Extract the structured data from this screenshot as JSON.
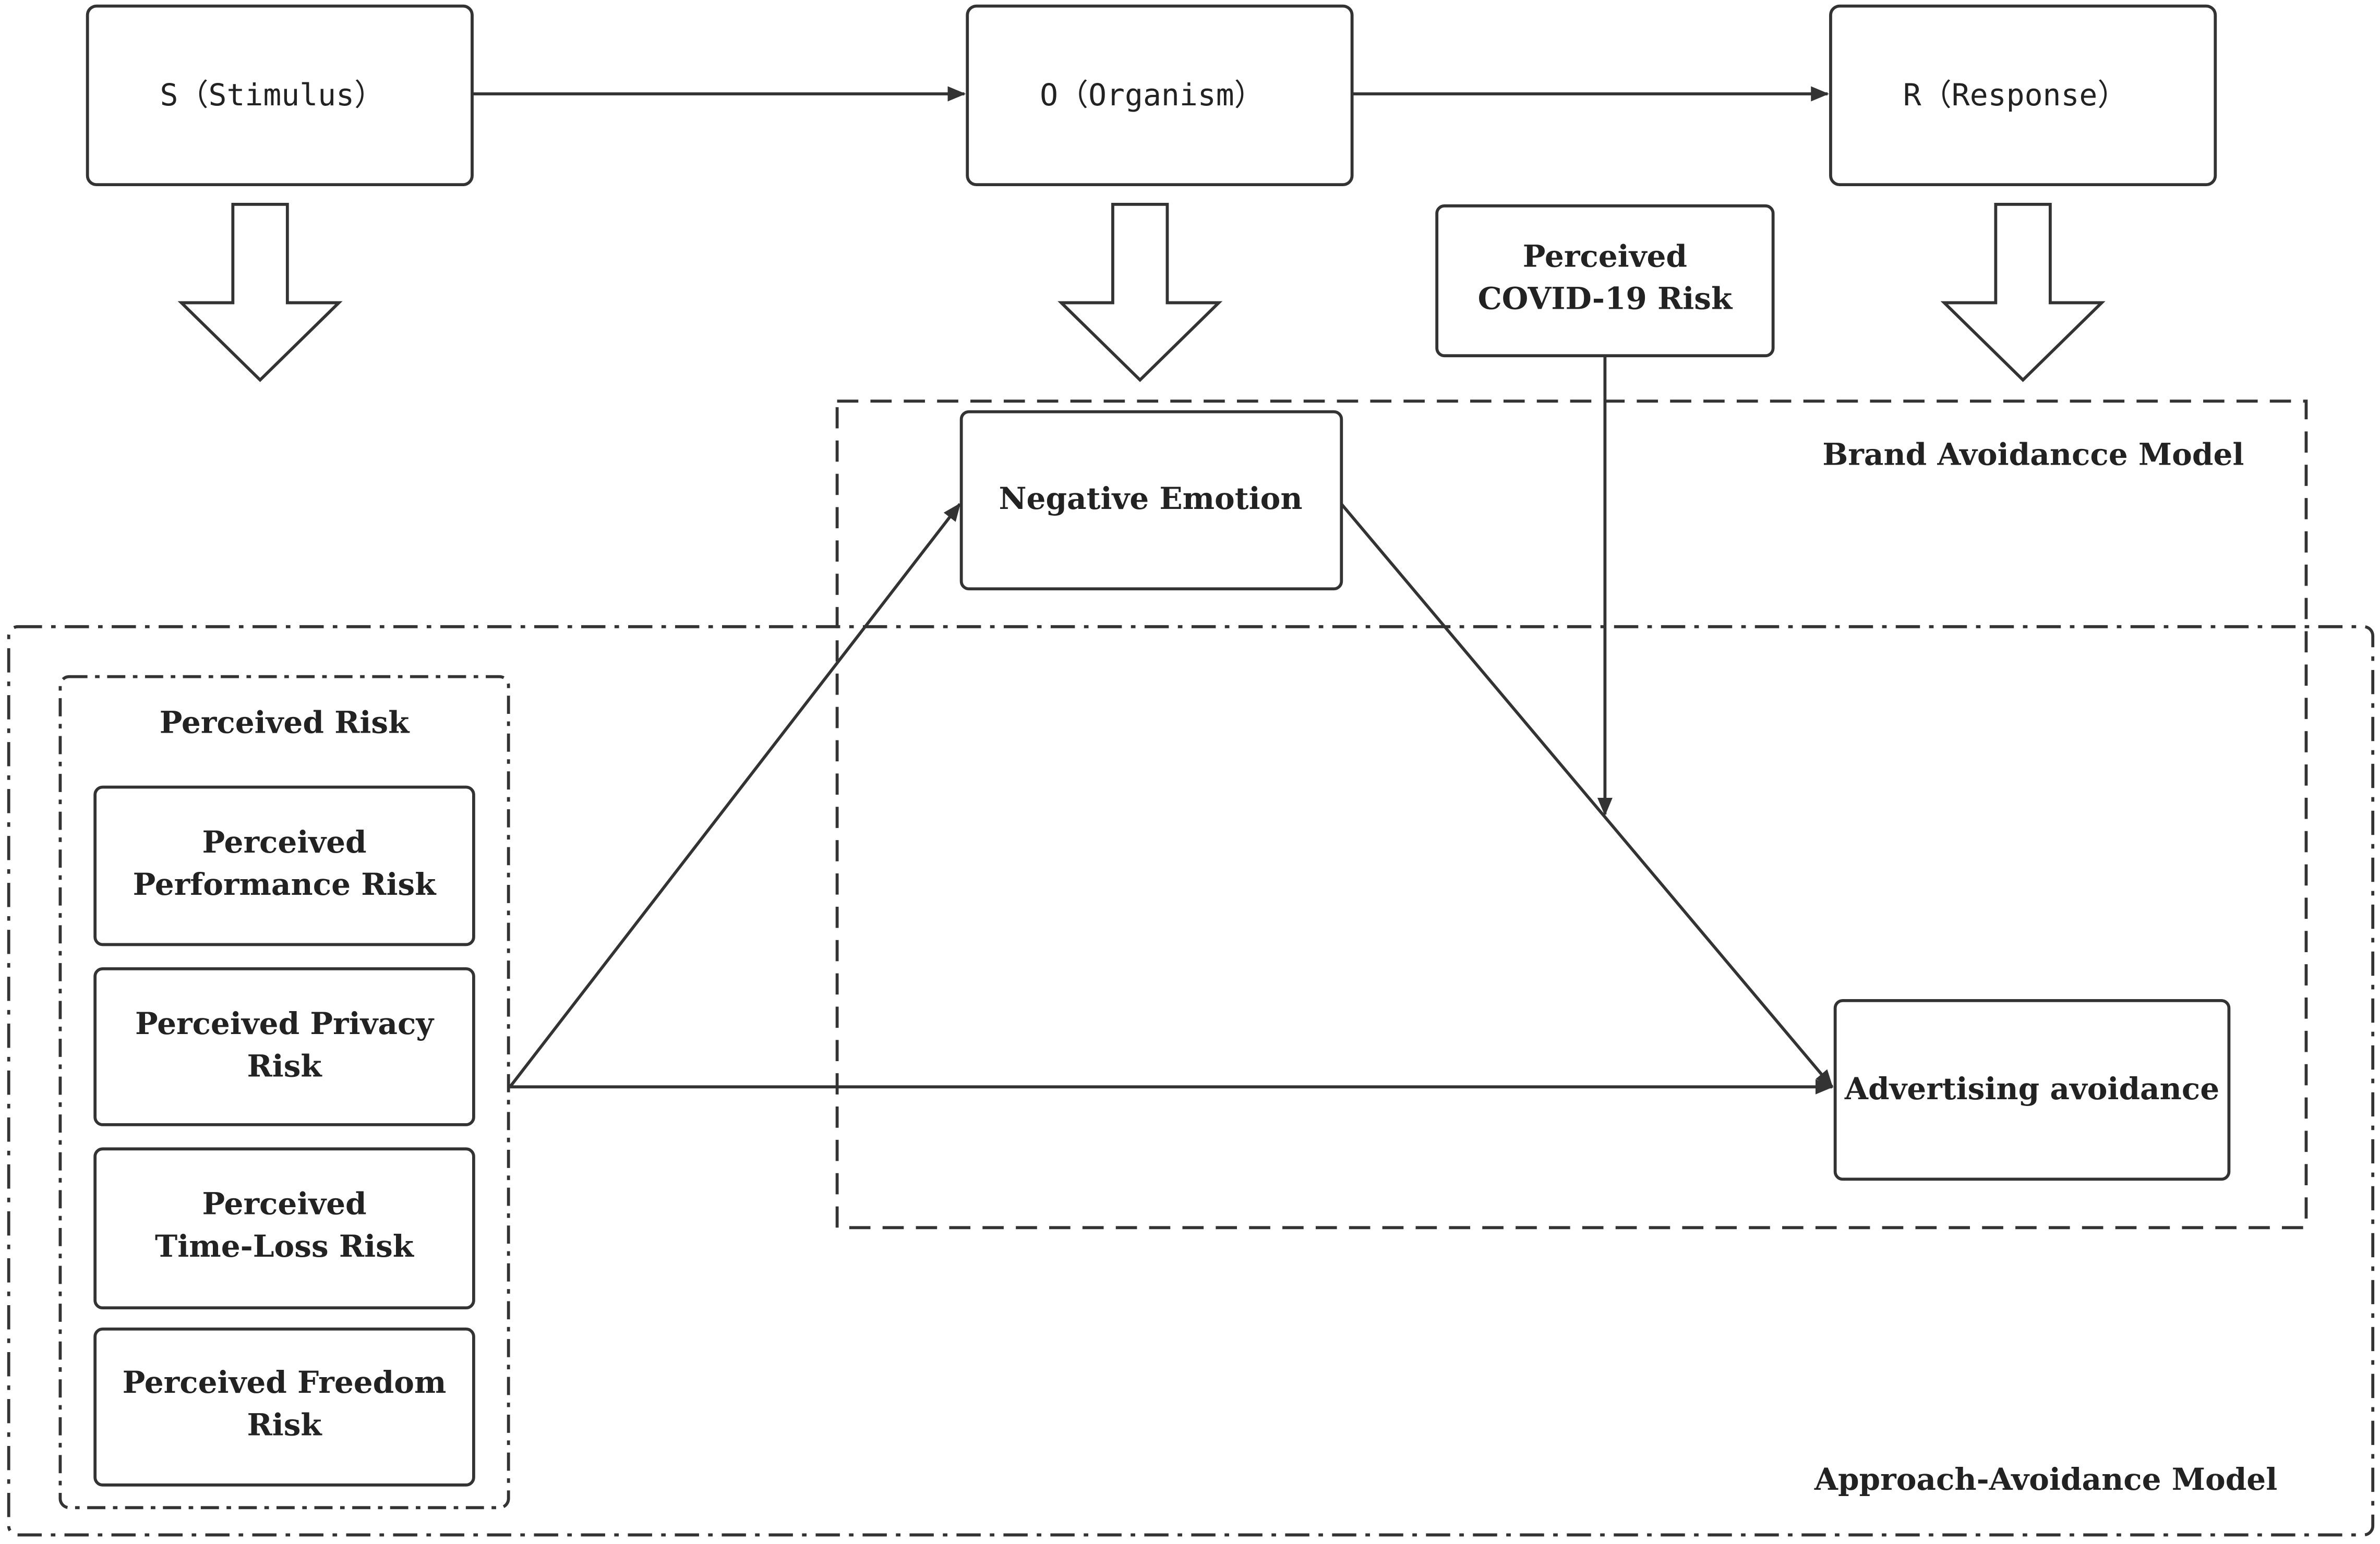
{
  "smor": {
    "stimulus": "S（Stimulus）",
    "organism": "O（Organism）",
    "response": "R（Response）"
  },
  "moderator": {
    "line1": "Perceived",
    "line2": "COVID-19 Risk"
  },
  "negative_emotion": "Negative Emotion",
  "advertising_avoidance": "Advertising avoidance",
  "brand_model_label": "Brand Avoidancce Model",
  "approach_model_label": "Approach-Avoidance Model",
  "perceived_risk": {
    "title": "Perceived Risk",
    "items": [
      {
        "line1": "Perceived",
        "line2": "Performance Risk"
      },
      {
        "line1": "Perceived Privacy",
        "line2": "Risk"
      },
      {
        "line1": "Perceived",
        "line2": "Time-Loss Risk"
      },
      {
        "line1": "Perceived Freedom",
        "line2": "Risk"
      }
    ]
  },
  "colors": {
    "stroke": "#333333",
    "text": "#222222",
    "background": "#ffffff"
  }
}
